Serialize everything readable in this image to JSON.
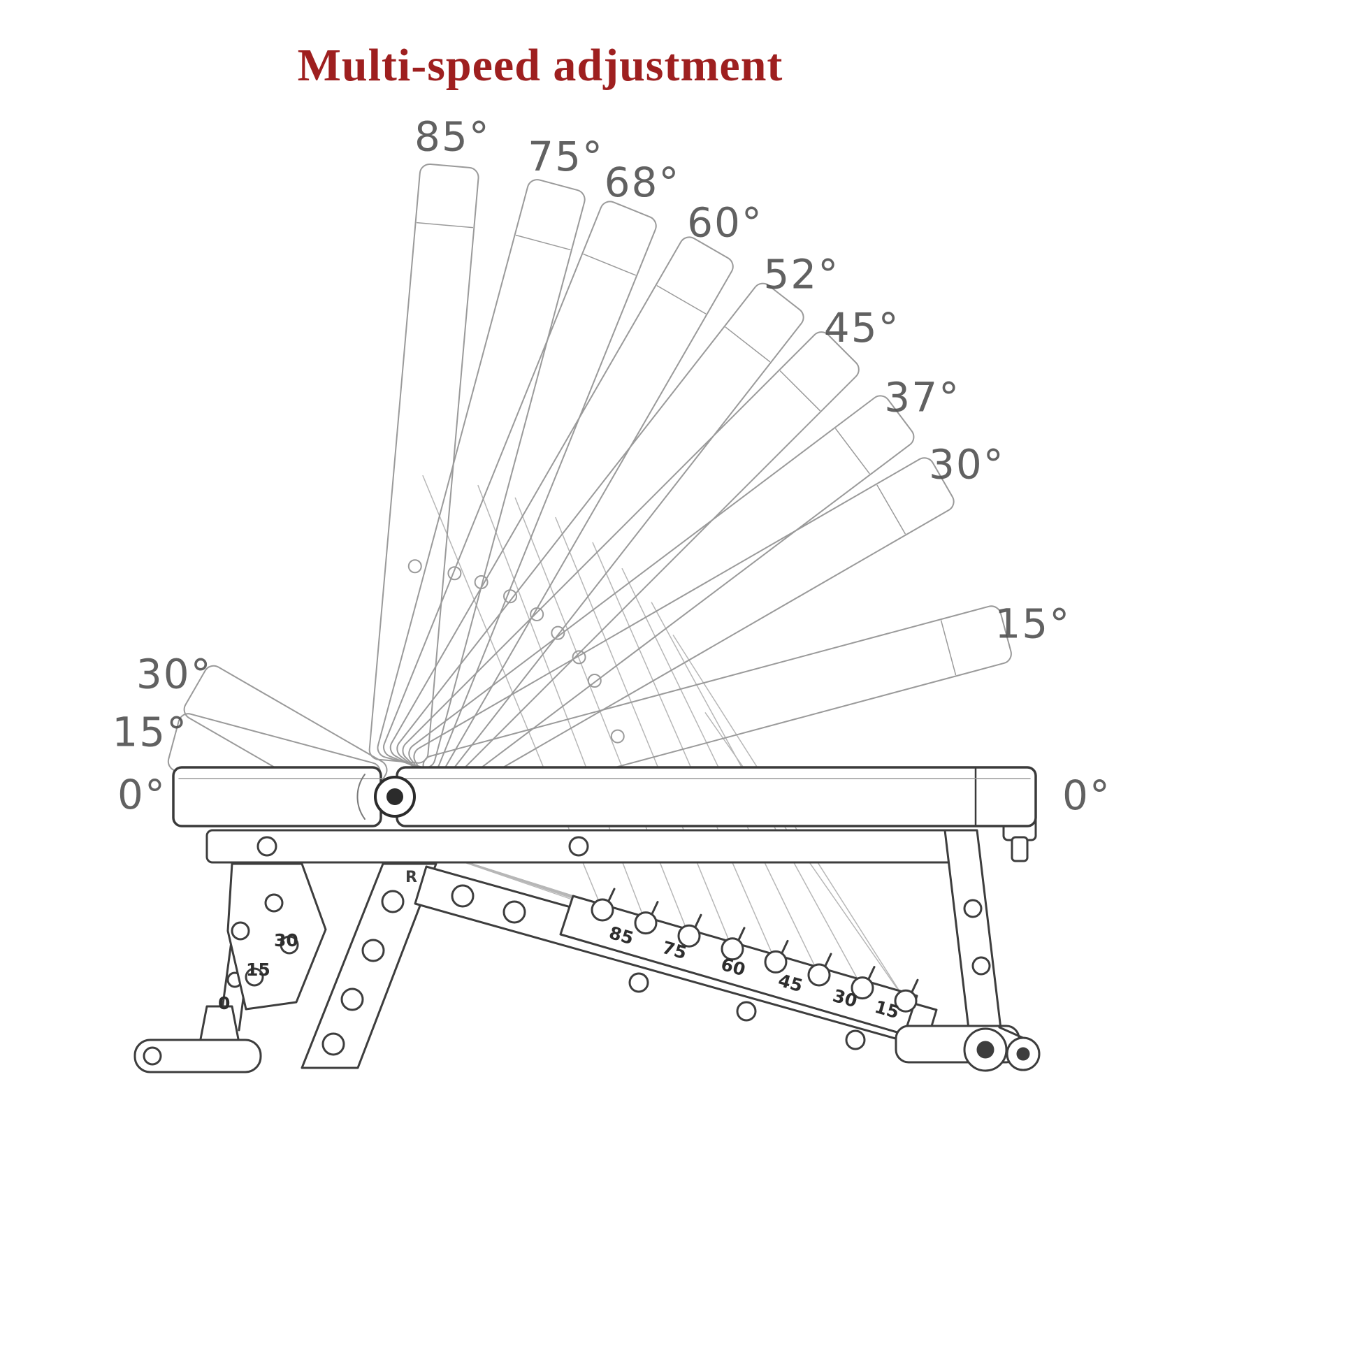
{
  "title": "Multi-speed adjustment",
  "colors": {
    "title": "#9e1f1f",
    "line": "#3d3d3d",
    "ghost": "#9a9a9a",
    "faint": "#b7b7b7",
    "label": "#4c4c4c"
  },
  "diagram": {
    "back_angles": [
      {
        "deg": 85,
        "label": "85°"
      },
      {
        "deg": 75,
        "label": "75°"
      },
      {
        "deg": 68,
        "label": "68°"
      },
      {
        "deg": 60,
        "label": "60°"
      },
      {
        "deg": 52,
        "label": "52°"
      },
      {
        "deg": 45,
        "label": "45°"
      },
      {
        "deg": 37,
        "label": "37°"
      },
      {
        "deg": 30,
        "label": "30°"
      },
      {
        "deg": 15,
        "label": "15°"
      }
    ],
    "back_flat_label": "0°",
    "seat_angles": [
      {
        "deg": 30,
        "label": "30°"
      },
      {
        "deg": 15,
        "label": "15°"
      },
      {
        "deg": 0,
        "label": "0°"
      }
    ],
    "ladder_numbers": [
      "85",
      "75",
      "60",
      "45",
      "30",
      "15"
    ],
    "seat_bracket_numbers": [
      "30",
      "15",
      "0"
    ],
    "logo": "R"
  }
}
